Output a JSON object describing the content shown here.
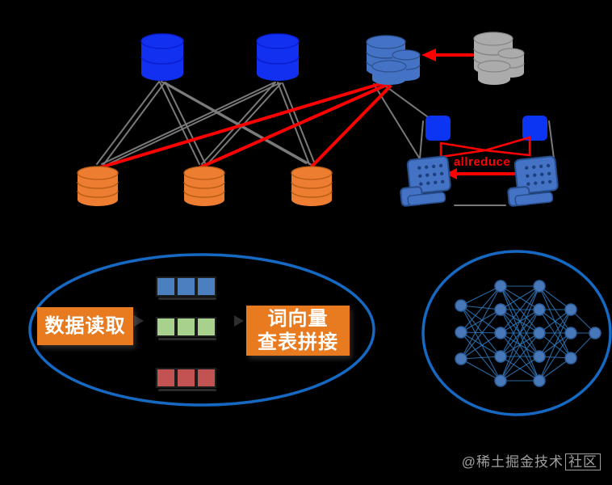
{
  "exchange": {
    "label": "allreduce"
  },
  "pipeline": {
    "read_box": "数据读取",
    "lookup_box_line1": "词向量",
    "lookup_box_line2": "查表拼接"
  },
  "watermark": {
    "prefix": "@稀土掘金技术",
    "boxed": "社区"
  },
  "nn": {
    "layers": [
      3,
      5,
      5,
      3,
      1
    ],
    "x": [
      571,
      620,
      668,
      707,
      737
    ],
    "y": [
      [
        378,
        411,
        444
      ],
      [
        354,
        383,
        412,
        441,
        471
      ],
      [
        354,
        383,
        412,
        441,
        471
      ],
      [
        383,
        412,
        443
      ],
      [
        412
      ]
    ],
    "r": 7
  },
  "colors": {
    "background": "#000000",
    "server_blue": "#1130ef",
    "worker_orange": "#ed7d31",
    "worker_orange_dark": "#b85e14",
    "cluster_blue": "#4472c4",
    "cluster_blue_dark": "#2c508f",
    "cluster_gray": "#ababab",
    "cluster_gray_dark": "#858585",
    "link_gray": "#7f7f7f",
    "highlight_red": "#ff0000",
    "ellipse_stroke_blue": "#1669c2",
    "label_box_orange": "#e87a1f",
    "grid_square_blue": "#4c7fbf",
    "grid_square_green": "#a9d18e",
    "grid_square_red": "#c35252",
    "nn_node_blue": "#4978b8",
    "nn_edge_blue": "#2e74b5"
  }
}
